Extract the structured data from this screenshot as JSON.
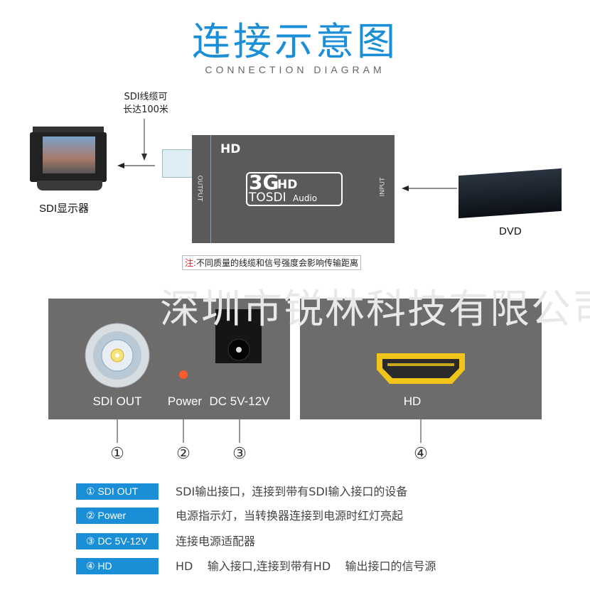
{
  "title": "连接示意图",
  "subtitle": "CONNECTION DIAGRAM",
  "cable_note": [
    "SDI线缆可",
    "长达100米"
  ],
  "monitor_label": "SDI显示器",
  "dvd_label": "DVD",
  "device": {
    "brand": "HD",
    "logo_big": "3G",
    "logo_hd": "HD",
    "logo_line": "TOSDI",
    "logo_audio": "Audio",
    "output": "OUTPUT",
    "input": "INPUT"
  },
  "note": {
    "prefix": "注:",
    "text": "不同质量的线缆和信号强度会影响传输距离"
  },
  "watermark": "深圳市锐林科技有限公司",
  "ports": {
    "sdi_out": "SDI OUT",
    "power": "Power",
    "dc": "DC 5V-12V",
    "hd": "HD"
  },
  "numbers": [
    "①",
    "②",
    "③",
    "④"
  ],
  "legend": [
    {
      "tag": "① SDI OUT",
      "desc": "SDI输出接口，连接到带有SDI输入接口的设备"
    },
    {
      "tag": "② Power",
      "desc": "电源指示灯，当转换器连接到电源时红灯亮起"
    },
    {
      "tag": "③ DC 5V-12V",
      "desc": "连接电源适配器"
    },
    {
      "tag": "④ HD",
      "desc": "HD    输入接口,连接到带有HD    输出接口的信号源"
    }
  ],
  "colors": {
    "accent": "#1a8fd8",
    "panel": "#6d6c6a",
    "hdmi": "#f0c419",
    "led": "#ff5a2a"
  }
}
